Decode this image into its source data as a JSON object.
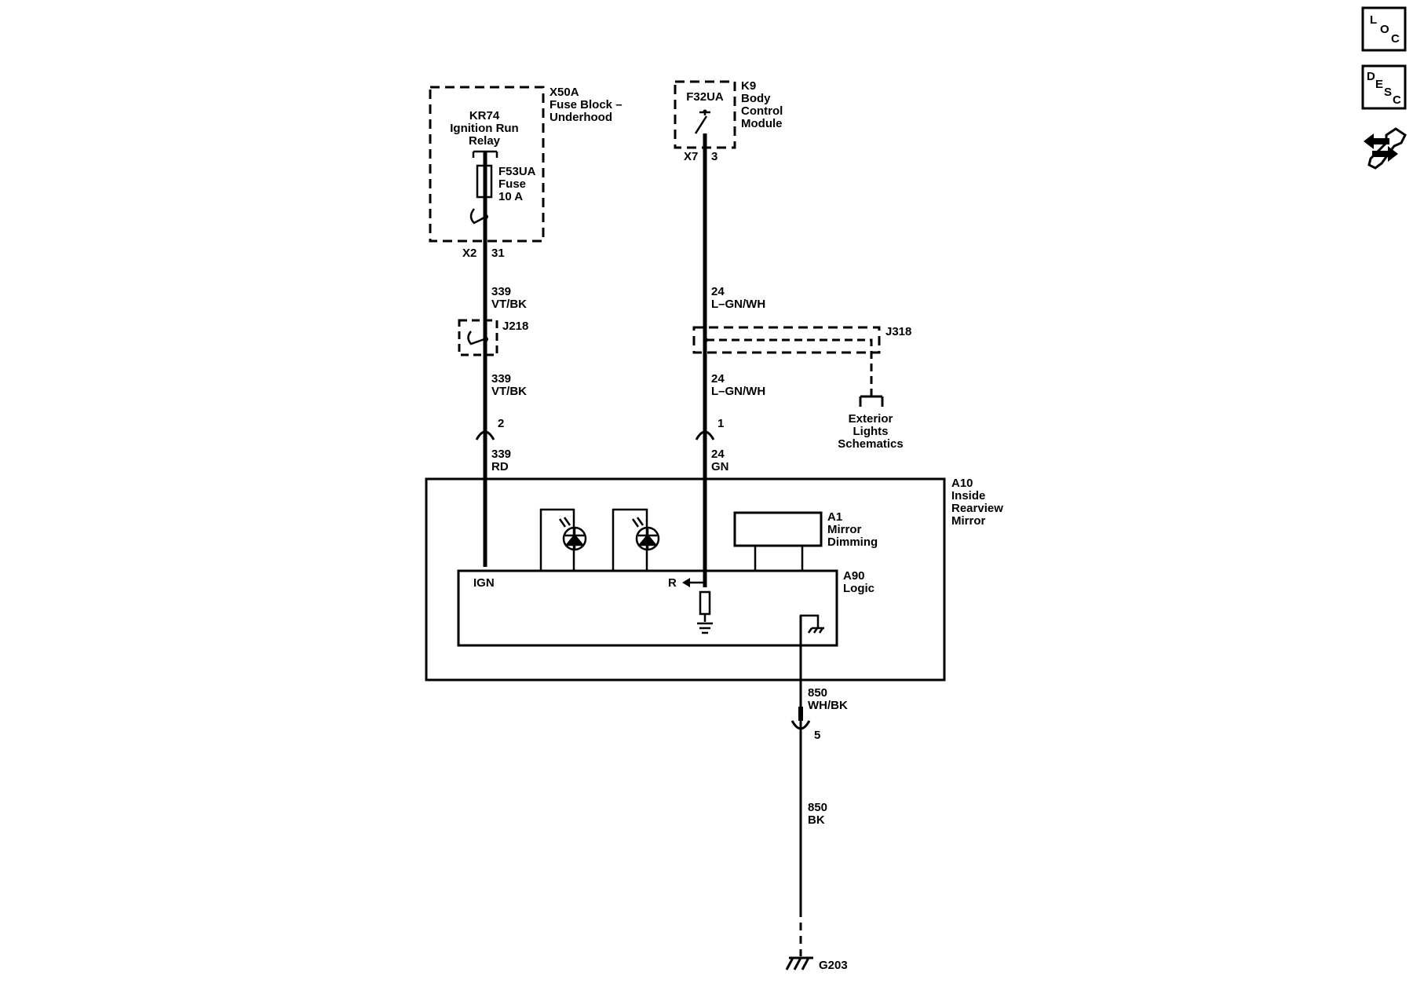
{
  "modules": {
    "x50a": {
      "ref": "X50A",
      "name_line1": "Fuse Block –",
      "name_line2": "Underhood"
    },
    "kr74": {
      "ref": "KR74",
      "name_line1": "Ignition Run",
      "name_line2": "Relay"
    },
    "f53ua": {
      "ref": "F53UA",
      "line2": "Fuse",
      "line3": "10 A"
    },
    "k9": {
      "ref": "K9",
      "line1": "Body",
      "line2": "Control",
      "line3": "Module"
    },
    "f32ua": {
      "ref": "F32UA"
    },
    "a10": {
      "ref": "A10",
      "line1": "Inside",
      "line2": "Rearview",
      "line3": "Mirror"
    },
    "a1": {
      "ref": "A1",
      "line1": "Mirror",
      "line2": "Dimming"
    },
    "a90": {
      "ref": "A90",
      "line1": "Logic"
    },
    "ign_label": "IGN",
    "r_label": "R"
  },
  "connectors": {
    "x2": {
      "name": "X2",
      "pin": "31"
    },
    "x7": {
      "name": "X7",
      "pin": "3"
    },
    "j218": "J218",
    "j318": "J318",
    "c2_pin": "2",
    "c1_pin": "1",
    "c5_pin": "5"
  },
  "wires": {
    "w339_upper": {
      "circuit": "339",
      "color": "VT/BK"
    },
    "w339_mid": {
      "circuit": "339",
      "color": "VT/BK"
    },
    "w339_low": {
      "circuit": "339",
      "color": "RD"
    },
    "w24_upper": {
      "circuit": "24",
      "color": "L–GN/WH"
    },
    "w24_mid": {
      "circuit": "24",
      "color": "L–GN/WH"
    },
    "w24_low": {
      "circuit": "24",
      "color": "GN"
    },
    "w850_upper": {
      "circuit": "850",
      "color": "WH/BK"
    },
    "w850_low": {
      "circuit": "850",
      "color": "BK"
    }
  },
  "references": {
    "exterior": {
      "line1": "Exterior",
      "line2": "Lights",
      "line3": "Schematics"
    },
    "ground": "G203"
  },
  "side_icons": [
    {
      "name": "loc",
      "letters": [
        "L",
        "O",
        "C"
      ]
    },
    {
      "name": "desc",
      "letters": [
        "D",
        "E",
        "S",
        "C"
      ]
    },
    {
      "name": "tools",
      "icon": "wrench-arrows-icon"
    }
  ]
}
